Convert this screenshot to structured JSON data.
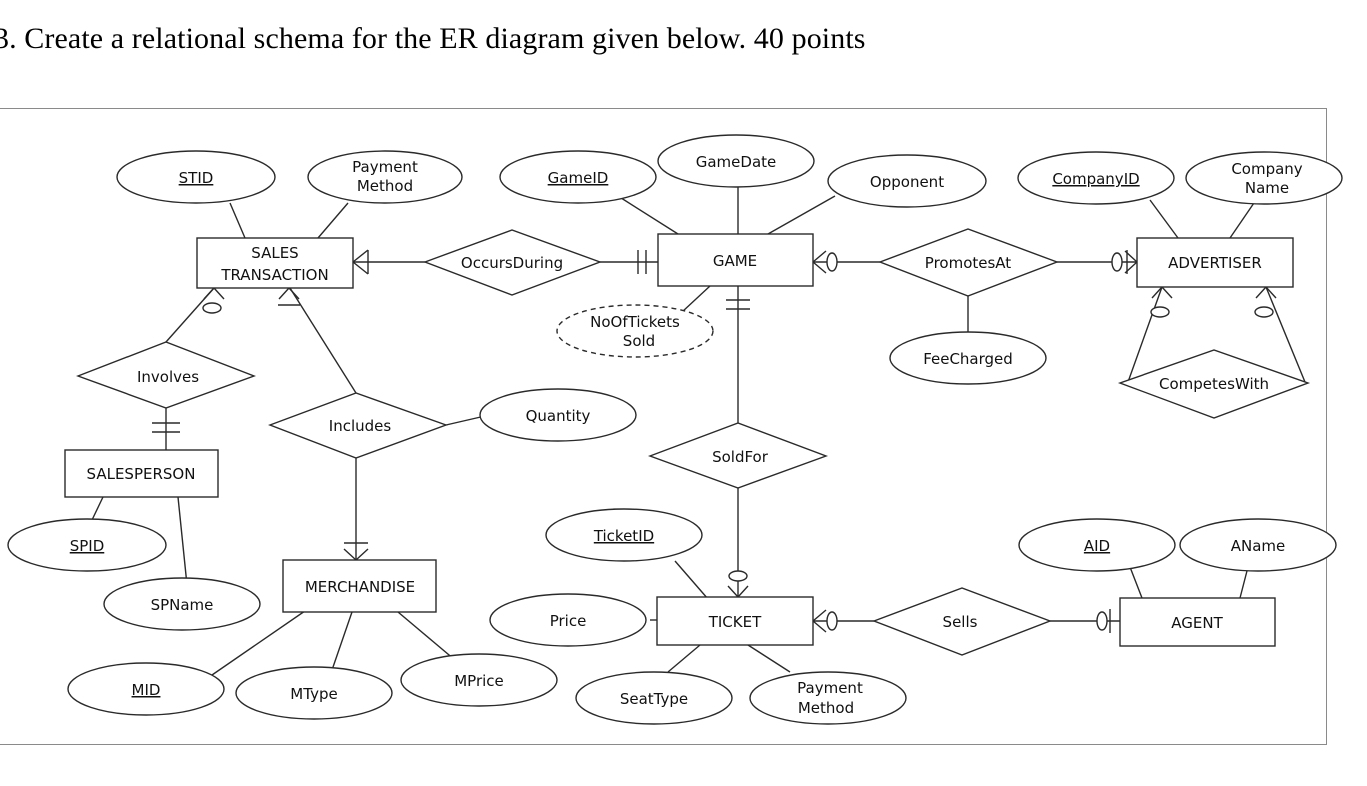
{
  "question": "3. Create a relational schema for the ER diagram given below.  40 points",
  "entities": {
    "sales_transaction": [
      "SALES",
      "TRANSACTION"
    ],
    "game": "GAME",
    "advertiser": "ADVERTISER",
    "salesperson": "SALESPERSON",
    "merchandise": "MERCHANDISE",
    "ticket": "TICKET",
    "agent": "AGENT"
  },
  "relationships": {
    "occurs_during": "OccursDuring",
    "promotes_at": "PromotesAt",
    "involves": "Involves",
    "includes": "Includes",
    "sold_for": "SoldFor",
    "sells": "Sells",
    "competes_with": "CompetesWith"
  },
  "attributes": {
    "stid": "STID",
    "st_payment_method": [
      "Payment",
      "Method"
    ],
    "game_id": "GameID",
    "game_date": "GameDate",
    "opponent": "Opponent",
    "company_id": "CompanyID",
    "company_name": [
      "Company",
      "Name"
    ],
    "no_of_tickets_sold": [
      "NoOfTickets",
      "Sold"
    ],
    "fee_charged": "FeeCharged",
    "quantity": "Quantity",
    "spid": "SPID",
    "spname": "SPName",
    "ticket_id": "TicketID",
    "aid": "AID",
    "aname": "AName",
    "price": "Price",
    "mid": "MID",
    "mtype": "MType",
    "mprice": "MPrice",
    "seat_type": "SeatType",
    "t_payment_method": [
      "Payment",
      "Method"
    ]
  }
}
